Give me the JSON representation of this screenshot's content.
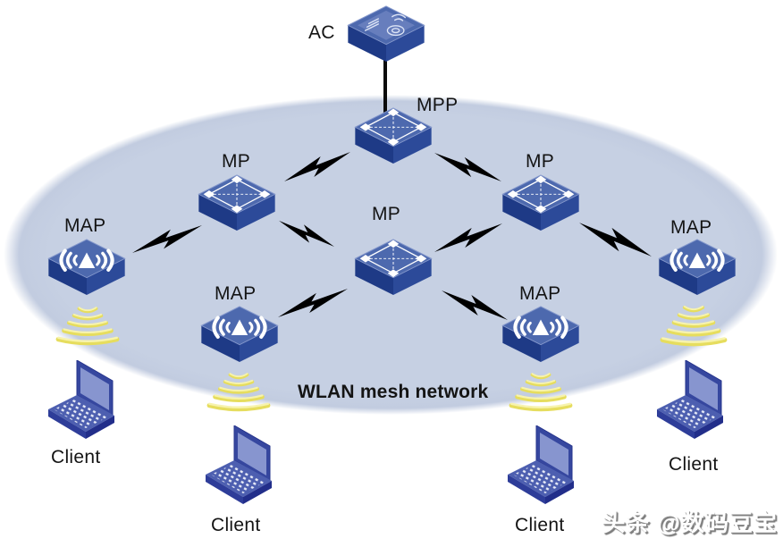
{
  "diagram": {
    "type": "network-topology",
    "region": {
      "label": "WLAN mesh network",
      "shape": "ellipse",
      "fill": "#c5cfe2"
    },
    "watermark": "头条 @数码豆宝",
    "nodes": [
      {
        "id": "ac",
        "label": "AC",
        "kind": "access-controller"
      },
      {
        "id": "mpp",
        "label": "MPP",
        "kind": "mesh-portal-point"
      },
      {
        "id": "mp-left",
        "label": "MP",
        "kind": "mesh-point"
      },
      {
        "id": "mp-center",
        "label": "MP",
        "kind": "mesh-point"
      },
      {
        "id": "mp-right",
        "label": "MP",
        "kind": "mesh-point"
      },
      {
        "id": "map-left",
        "label": "MAP",
        "kind": "mesh-access-point"
      },
      {
        "id": "map-bottom-left",
        "label": "MAP",
        "kind": "mesh-access-point"
      },
      {
        "id": "map-bottom-right",
        "label": "MAP",
        "kind": "mesh-access-point"
      },
      {
        "id": "map-right",
        "label": "MAP",
        "kind": "mesh-access-point"
      },
      {
        "id": "client-left",
        "label": "Client",
        "kind": "laptop"
      },
      {
        "id": "client-bottom-left",
        "label": "Client",
        "kind": "laptop"
      },
      {
        "id": "client-bottom-right",
        "label": "Client",
        "kind": "laptop"
      },
      {
        "id": "client-right",
        "label": "Client",
        "kind": "laptop"
      }
    ],
    "links": [
      {
        "from": "ac",
        "to": "mpp",
        "style": "wired-line"
      },
      {
        "from": "mpp",
        "to": "mp-left",
        "style": "lightning-bolt"
      },
      {
        "from": "mpp",
        "to": "mp-right",
        "style": "lightning-bolt"
      },
      {
        "from": "mp-left",
        "to": "map-left",
        "style": "lightning-bolt"
      },
      {
        "from": "mp-left",
        "to": "mp-center",
        "style": "lightning-bolt"
      },
      {
        "from": "mp-center",
        "to": "mp-right",
        "style": "lightning-bolt"
      },
      {
        "from": "mp-center",
        "to": "map-bottom-left",
        "style": "lightning-bolt"
      },
      {
        "from": "mp-center",
        "to": "map-bottom-right",
        "style": "lightning-bolt"
      },
      {
        "from": "mp-right",
        "to": "map-right",
        "style": "lightning-bolt"
      },
      {
        "from": "map-left",
        "to": "client-left",
        "style": "signal-waves"
      },
      {
        "from": "map-bottom-left",
        "to": "client-bottom-left",
        "style": "signal-waves"
      },
      {
        "from": "map-bottom-right",
        "to": "client-bottom-right",
        "style": "signal-waves"
      },
      {
        "from": "map-right",
        "to": "client-right",
        "style": "signal-waves"
      }
    ],
    "colors": {
      "background": "#ffffff",
      "ellipse_fill": "#c5cfe2",
      "device_top": "#4d69ae",
      "device_side_dark": "#1e3a86",
      "device_side_mid": "#2c4a99",
      "device_icon": "#ffffff",
      "bolt": "#000000",
      "waves": "#e6dd5e",
      "waves_highlight": "#f7f3ad",
      "laptop_body": "#4d5fb0",
      "laptop_screen": "#8795cf",
      "label_text": "#141414"
    }
  }
}
